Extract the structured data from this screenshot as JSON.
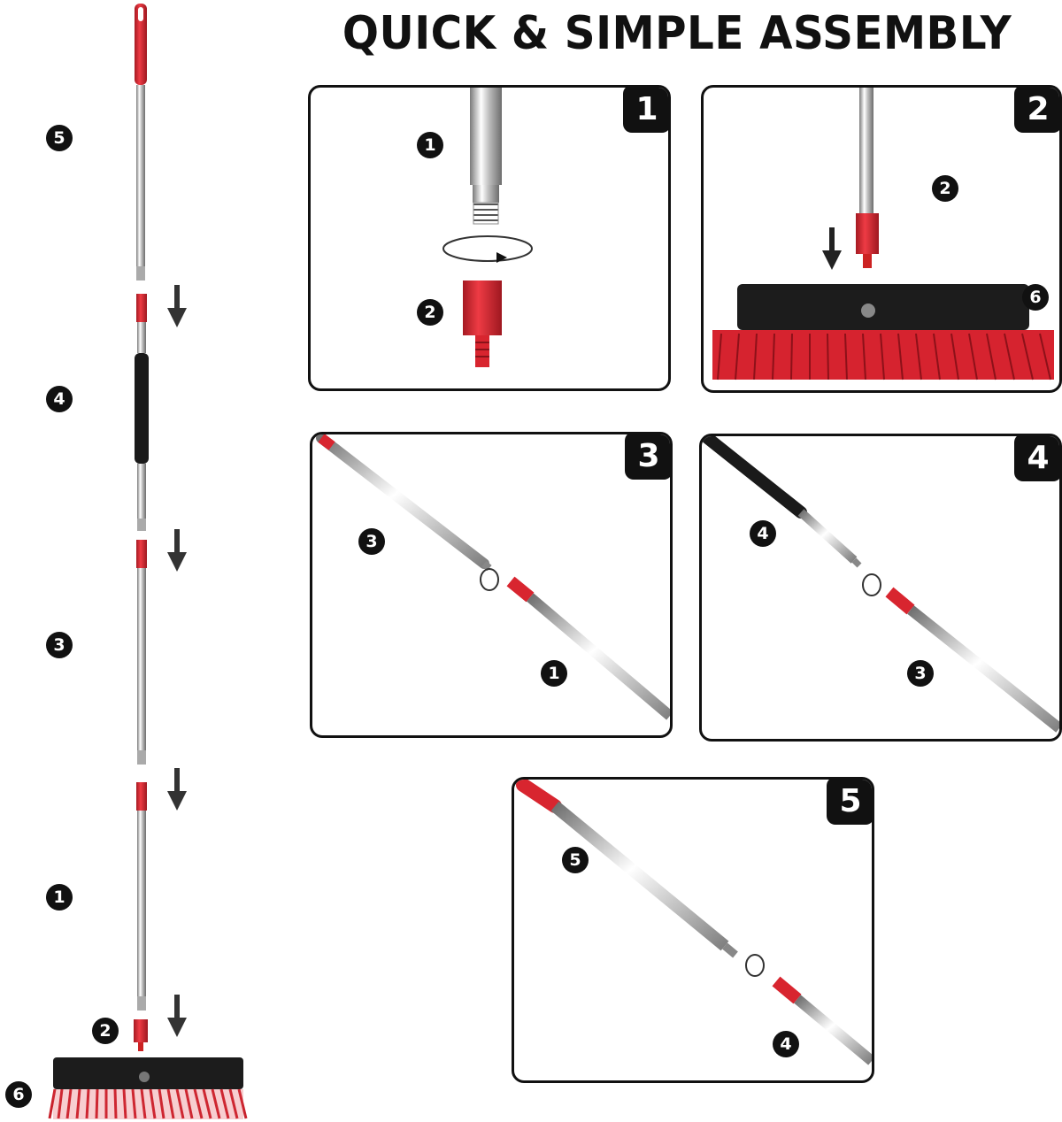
{
  "title": "QUICK & SIMPLE ASSEMBLY",
  "colors": {
    "accent": "#d8252f",
    "dark": "#111111",
    "steel": "#c9c9c9"
  },
  "side_labels": [
    "5",
    "4",
    "3",
    "1",
    "2",
    "6"
  ],
  "panels": [
    {
      "step": "1",
      "labels": [
        "1",
        "2"
      ]
    },
    {
      "step": "2",
      "labels": [
        "2",
        "6"
      ]
    },
    {
      "step": "3",
      "labels": [
        "3",
        "1"
      ]
    },
    {
      "step": "4",
      "labels": [
        "4",
        "3"
      ]
    },
    {
      "step": "5",
      "labels": [
        "5",
        "4"
      ]
    }
  ]
}
